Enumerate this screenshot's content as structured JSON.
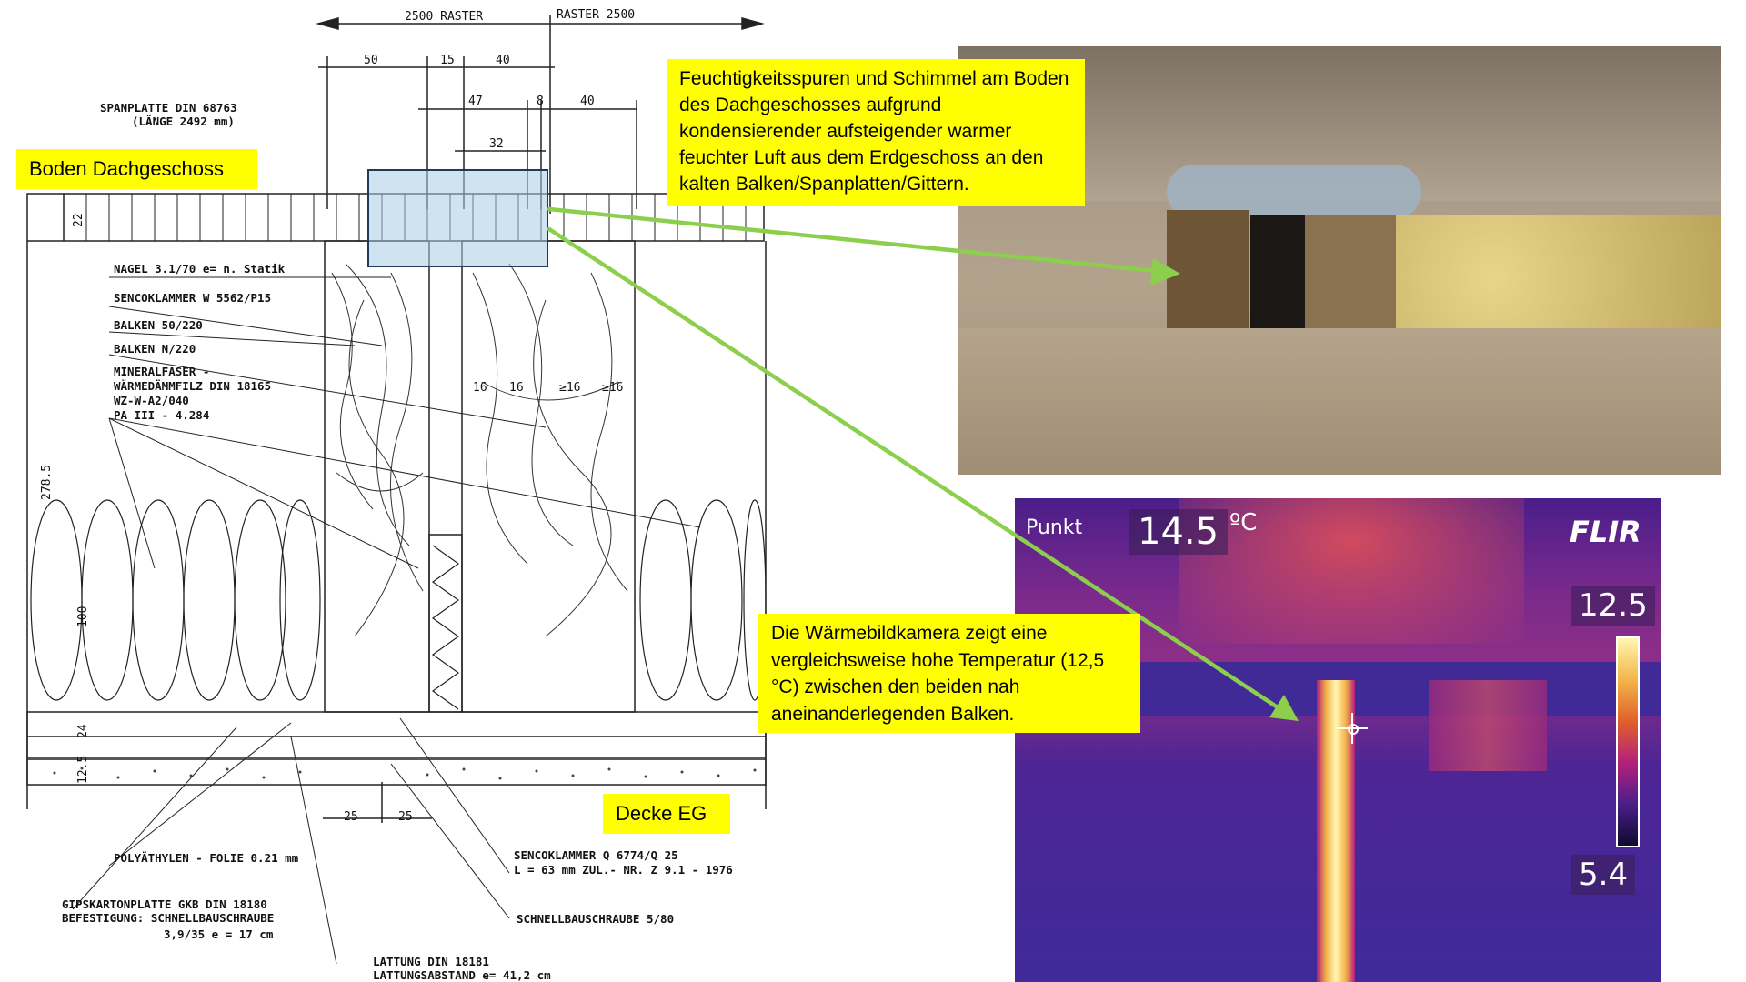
{
  "drawing": {
    "top_dims": {
      "left": "2500 RASTER",
      "right": "RASTER 2500"
    },
    "dims_row1": [
      "50",
      "15",
      "40"
    ],
    "dims_row2": [
      "47",
      "8",
      "40"
    ],
    "dim_32": "32",
    "dims_row3": [
      "16",
      "16",
      "≥16",
      "≥16"
    ],
    "dim_22": "22",
    "dim_278": "278.5",
    "dim_100": "100",
    "dim_24": "24",
    "dim_125": "12.5",
    "dims_bottom": [
      "25",
      "25"
    ],
    "spanplatte": [
      "SPANPLATTE  DIN 68763",
      "(LÄNGE 2492 mm)"
    ],
    "labels": [
      "NAGEL  3.1/70   e= n. Statik",
      "SENCOKLAMMER W 5562/P15",
      "BALKEN 50/220",
      "BALKEN N/220",
      "MINERALFASER -",
      "WÄRMEDÄMMFILZ  DIN 18165",
      "WZ-W-A2/040",
      "PA III - 4.284"
    ],
    "polyethylen": "POLYÄTHYLEN - FOLIE  0.21 mm",
    "gipskarton": [
      "GIPSKARTONPLATTE  GKB  DIN 18180",
      "BEFESTIGUNG: SCHNELLBAUSCHRAUBE",
      "3,9/35     e = 17 cm"
    ],
    "lattung": [
      "LATTUNG  DIN 18181",
      "LATTUNGSABSTAND  e= 41,2 cm"
    ],
    "sencoklammer_q": [
      "SENCOKLAMMER  Q  6774/Q 25",
      "L = 63 mm   ZUL.- NR. Z 9.1 - 1976"
    ],
    "schnellbau": "SCHNELLBAUSCHRAUBE  5/80"
  },
  "callouts": {
    "boden": "Boden Dachgeschoss",
    "decke": "Decke EG",
    "moisture": "Feuchtigkeitsspuren und Schimmel am Boden des Dachgeschosses aufgrund kondensierender aufsteigender warmer feuchter Luft aus dem Erdgeschoss an den kalten Balken/Spanplatten/Gittern.",
    "thermal": "Die Wärmebildkamera zeigt eine vergleichsweise hohe Temperatur (12,5 °C) zwischen den beiden nah aneinanderlegenden Balken."
  },
  "thermal_image": {
    "punkt_label": "Punkt",
    "punkt_value": "14.5",
    "unit": "ºC",
    "brand": "FLIR",
    "scale_max": "12.5",
    "scale_min": "5.4"
  },
  "colors": {
    "callout_bg": "#ffff00",
    "arrow": "#8ccf4d",
    "highlight": "#a9cce3"
  }
}
